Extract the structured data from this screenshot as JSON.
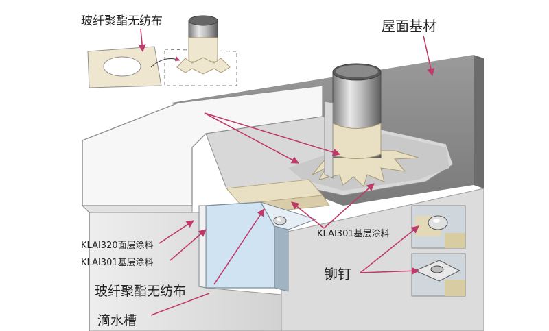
{
  "labels": {
    "top_fabric": "玻纤聚酯无纺布",
    "roof_substrate": "屋面基材",
    "top_coat": "KLAI320面层涂料",
    "base_coat_left": "KLAI301基层涂料",
    "fabric_bottom": "玻纤聚酯无纺布",
    "drip_groove": "滴水槽",
    "base_coat_right": "KLAI301基层涂料",
    "rivet": "铆钉"
  },
  "colors": {
    "arrow": "#c0396b",
    "fabric": "#e9dfc2",
    "metal_light": "#e6e6e6",
    "metal_dark": "#7d7d7d",
    "roof_grey": "#8a8a8a",
    "gutter_blue": "#cfe3f2"
  }
}
